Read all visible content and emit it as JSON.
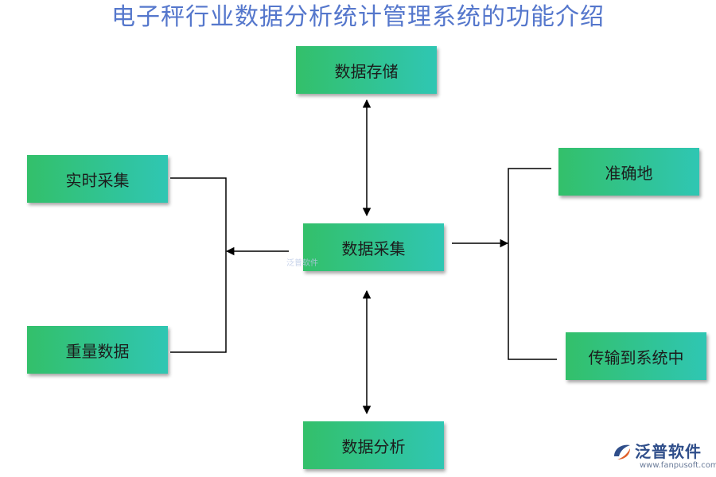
{
  "title": "电子秤行业数据分析统计管理系统的功能介绍",
  "nodes": {
    "top": "数据存储",
    "center": "数据采集",
    "bottom": "数据分析",
    "left_top": "实时采集",
    "left_bottom": "重量数据",
    "right_top": "准确地",
    "right_bottom": "传输到系统中"
  },
  "colors": {
    "node_gradient_start": "#33c06a",
    "node_gradient_end": "#2fc6b3",
    "title": "#5577cc",
    "brand": "#2f4e8a"
  },
  "brand": {
    "name": "泛普软件",
    "url": "www.fanpusoft.com",
    "logo_icon": "fanpu-logo-icon"
  },
  "watermark": "泛普软件"
}
